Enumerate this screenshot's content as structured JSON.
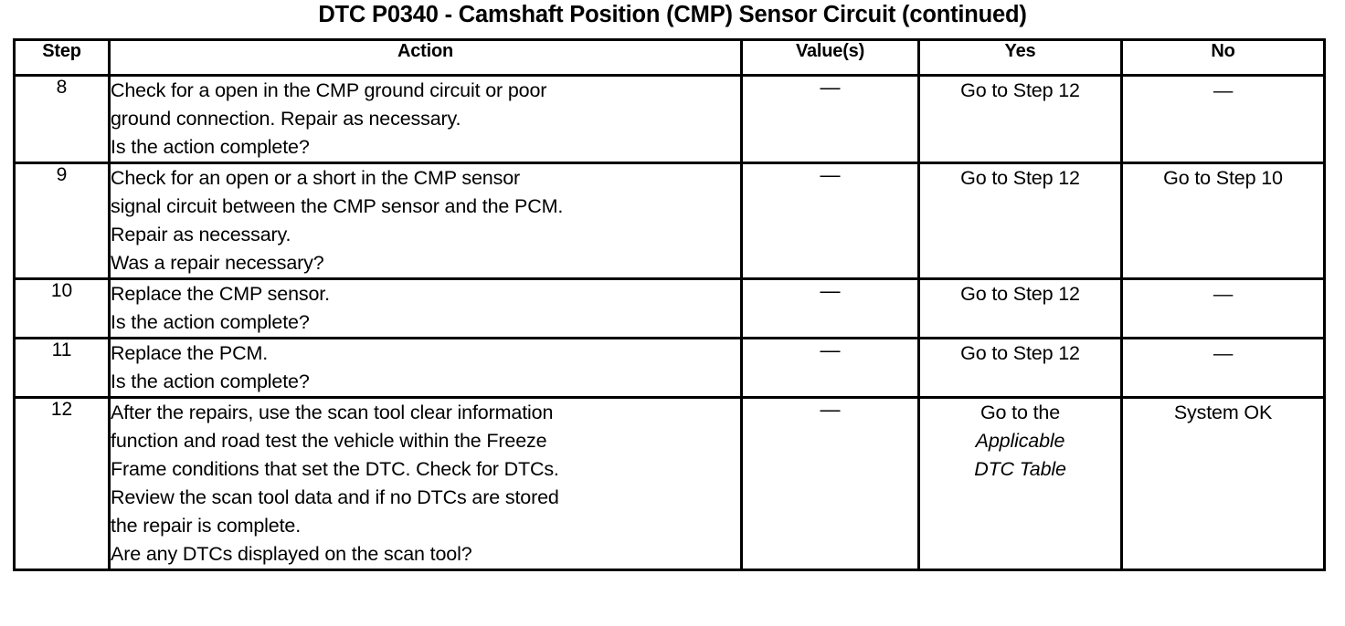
{
  "document": {
    "title": "DTC P0340 - Camshaft Position (CMP) Sensor Circuit (continued)"
  },
  "table": {
    "headers": {
      "step": "Step",
      "action": "Action",
      "value": "Value(s)",
      "yes": "Yes",
      "no": "No"
    },
    "rows": [
      {
        "step": "8",
        "action_lines": [
          "Check for a open in the CMP ground circuit or poor",
          "ground connection. Repair as necessary.",
          "Is the action complete?"
        ],
        "value": "—",
        "yes_lines": [
          "Go to Step 12"
        ],
        "no_lines": [
          "—"
        ]
      },
      {
        "step": "9",
        "action_lines": [
          "Check for an open or a short in the CMP sensor",
          "signal circuit between the CMP sensor and the PCM.",
          "Repair as necessary.",
          "Was a repair necessary?"
        ],
        "value": "—",
        "yes_lines": [
          "Go to Step 12"
        ],
        "no_lines": [
          "Go to Step 10"
        ]
      },
      {
        "step": "10",
        "action_lines": [
          "Replace the CMP sensor.",
          "Is the action complete?"
        ],
        "value": "—",
        "yes_lines": [
          "Go to Step 12"
        ],
        "no_lines": [
          "—"
        ]
      },
      {
        "step": "11",
        "action_lines": [
          "Replace the PCM.",
          "Is the action complete?"
        ],
        "value": "—",
        "yes_lines": [
          "Go to Step 12"
        ],
        "no_lines": [
          "—"
        ]
      },
      {
        "step": "12",
        "action_lines": [
          "After the repairs, use the scan tool clear information",
          "function and road test the vehicle within the Freeze",
          "Frame conditions that set the DTC. Check for DTCs.",
          "Review the scan tool data and if no DTCs are stored",
          "the repair is complete.",
          "Are any DTCs displayed on the scan tool?"
        ],
        "value": "—",
        "yes_lines": [
          "Go to the",
          "Applicable",
          "DTC Table"
        ],
        "yes_italic_from": 1,
        "no_lines": [
          "System OK"
        ]
      }
    ]
  }
}
